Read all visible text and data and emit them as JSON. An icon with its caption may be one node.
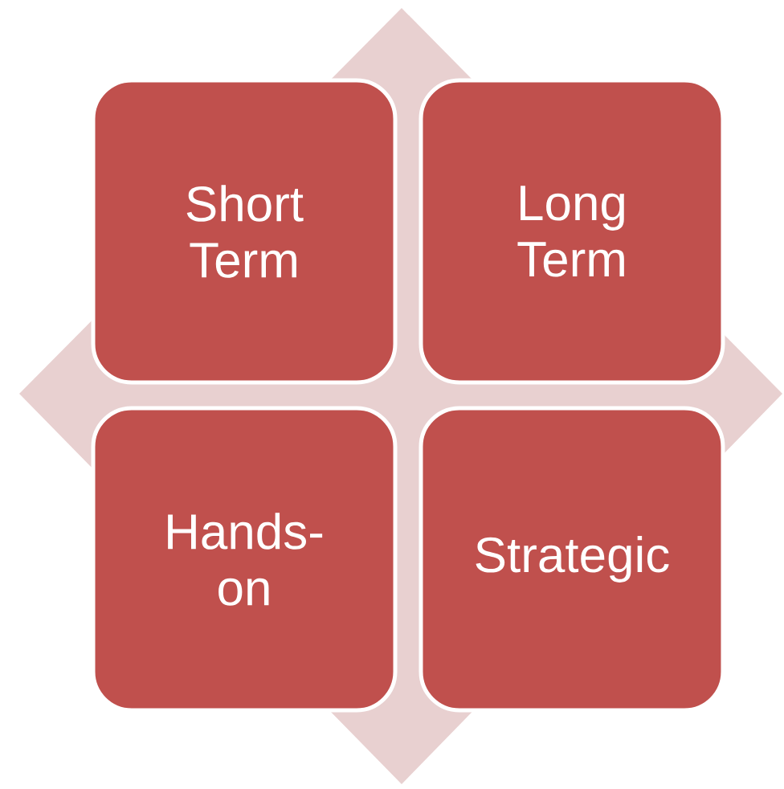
{
  "diagram": {
    "nodes": [
      {
        "text": [
          "Short Term"
        ]
      },
      {
        "text": [
          "Long Term"
        ]
      },
      {
        "text": [
          "Hands-on"
        ]
      },
      {
        "text": [
          "Strategic"
        ]
      }
    ]
  }
}
